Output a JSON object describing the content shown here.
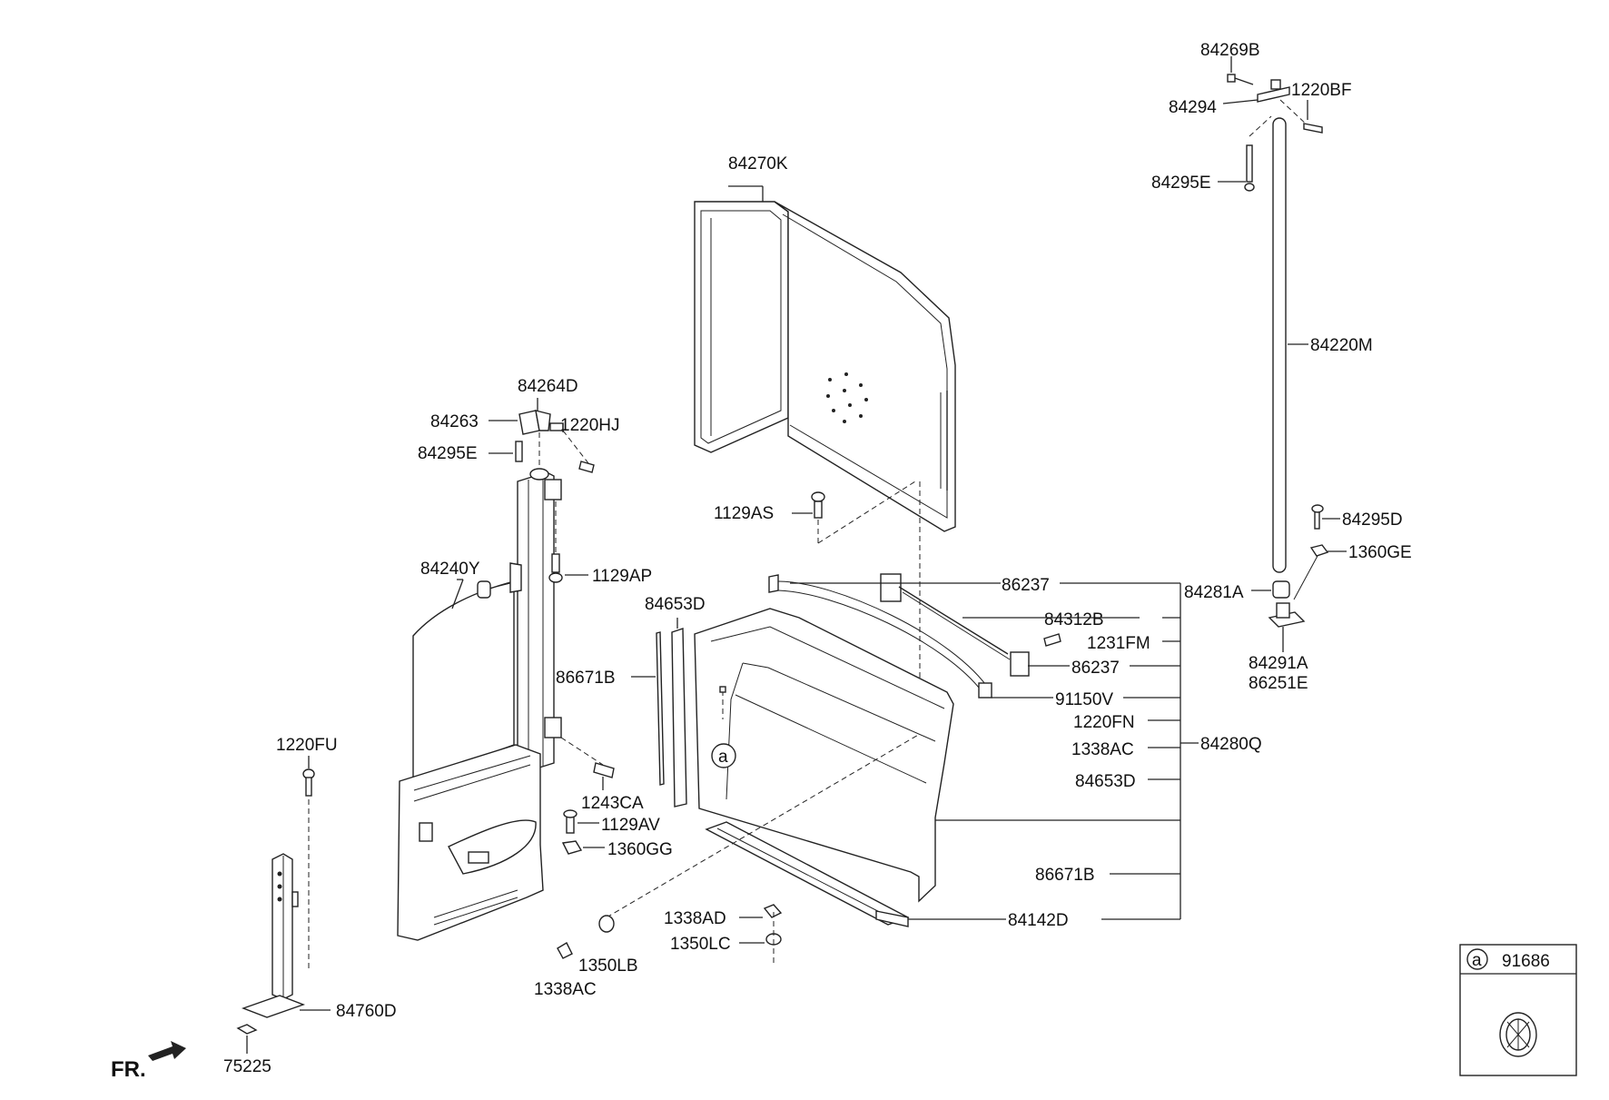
{
  "labels": {
    "p84269B": "84269B",
    "p1220BF": "1220BF",
    "p84294": "84294",
    "p84295E_top": "84295E",
    "p84220M": "84220M",
    "p84270K": "84270K",
    "p84264D": "84264D",
    "p84263": "84263",
    "p1220HJ": "1220HJ",
    "p84295E_left": "84295E",
    "p1129AS": "1129AS",
    "p84295D": "84295D",
    "p1360GE": "1360GE",
    "p84240Y": "84240Y",
    "p1129AP": "1129AP",
    "p86237_a": "86237",
    "p84281A": "84281A",
    "p84653D_a": "84653D",
    "p84312B": "84312B",
    "p1231FM": "1231FM",
    "p84291A": "84291A",
    "p86251E": "86251E",
    "p86671B_a": "86671B",
    "p86237_b": "86237",
    "p91150V": "91150V",
    "p1220FN": "1220FN",
    "p1220FU": "1220FU",
    "p1338AC_a": "1338AC",
    "p84280Q": "84280Q",
    "p84653D_b": "84653D",
    "p1243CA": "1243CA",
    "p1129AV": "1129AV",
    "p1360GG": "1360GG",
    "p86671B_b": "86671B",
    "p1338AD": "1338AD",
    "p84142D": "84142D",
    "p1350LC": "1350LC",
    "p1350LB": "1350LB",
    "p1338AC_b": "1338AC",
    "p84760D": "84760D",
    "p75225": "75225",
    "fr": "FR.",
    "callout_a": "a",
    "legend_letter": "a",
    "legend_part": "91686"
  }
}
